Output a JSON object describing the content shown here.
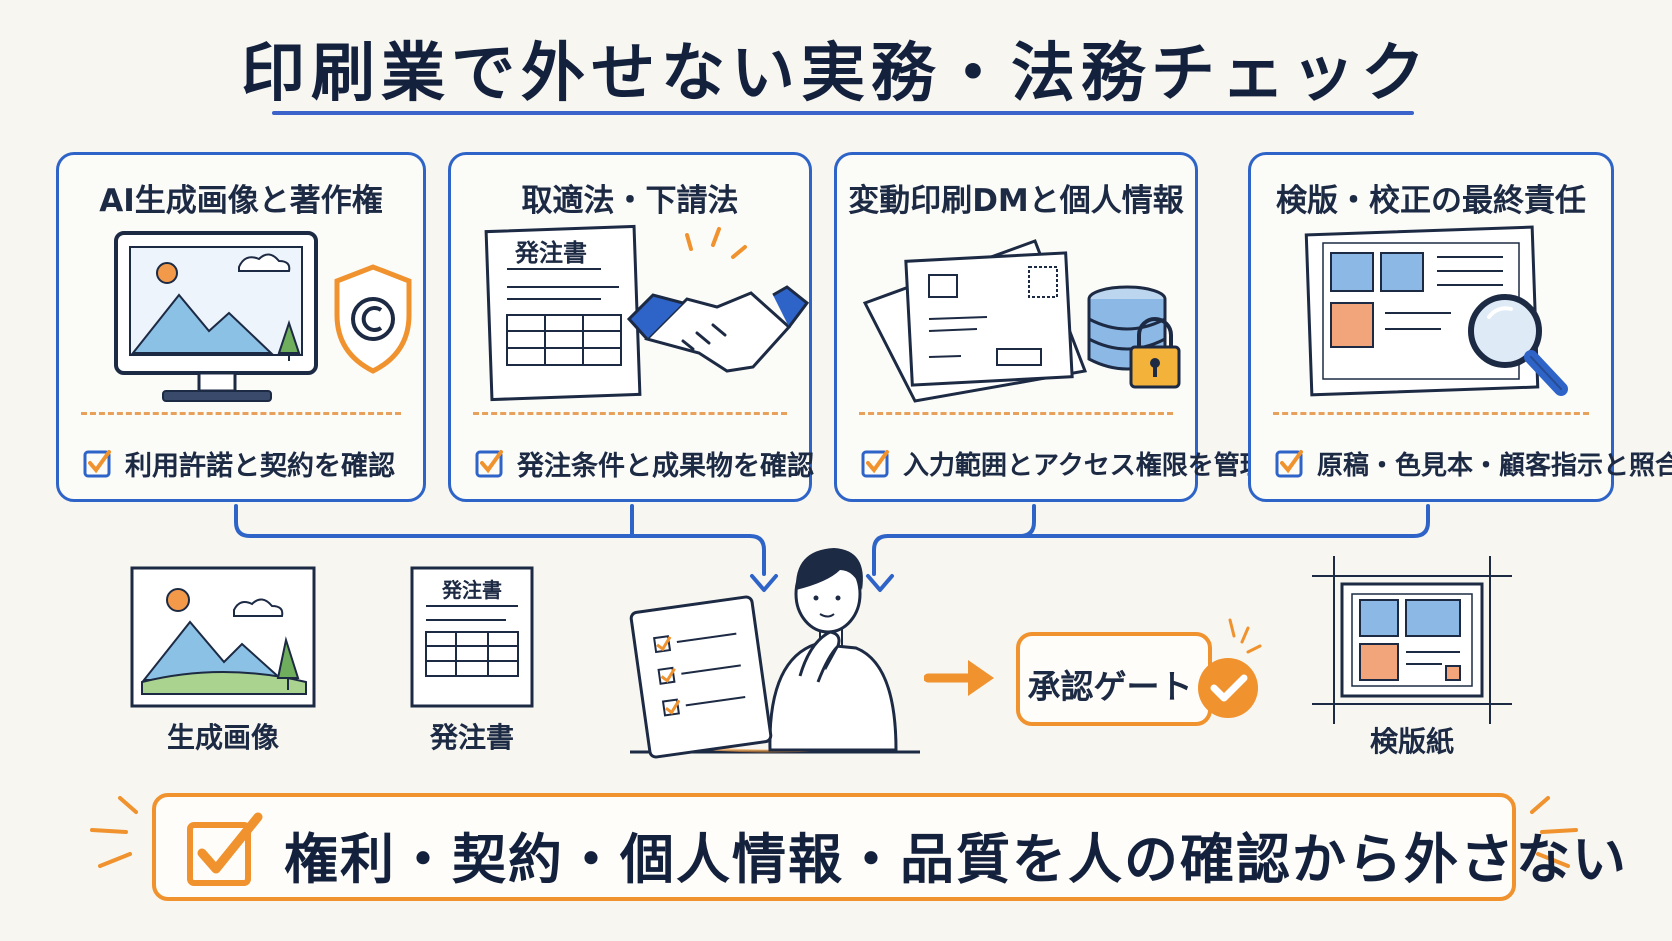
{
  "title": "印刷業で外せない実務・法務チェック",
  "cards": [
    {
      "title": "AI生成画像と著作権",
      "check": "利用許諾と契約を確認"
    },
    {
      "title": "取適法・下請法",
      "check": "発注条件と成果物を確認",
      "doc_heading": "発注書"
    },
    {
      "title": "変動印刷DMと個人情報",
      "check": "入力範囲とアクセス権限を管理"
    },
    {
      "title": "検版・校正の最終責任",
      "check": "原稿・色見本・顧客指示と照合"
    }
  ],
  "below": {
    "image_label": "生成画像",
    "order_label": "発注書",
    "order_heading": "発注書",
    "proof_label": "検版紙"
  },
  "gate": {
    "label": "承認ゲート"
  },
  "banner": {
    "text": "権利・契約・個人情報・品質を人の確認から外さない"
  },
  "colors": {
    "blue": "#2e63c8",
    "orange": "#f0922e",
    "navy": "#1d2a44",
    "background": "#f7f6f1"
  }
}
